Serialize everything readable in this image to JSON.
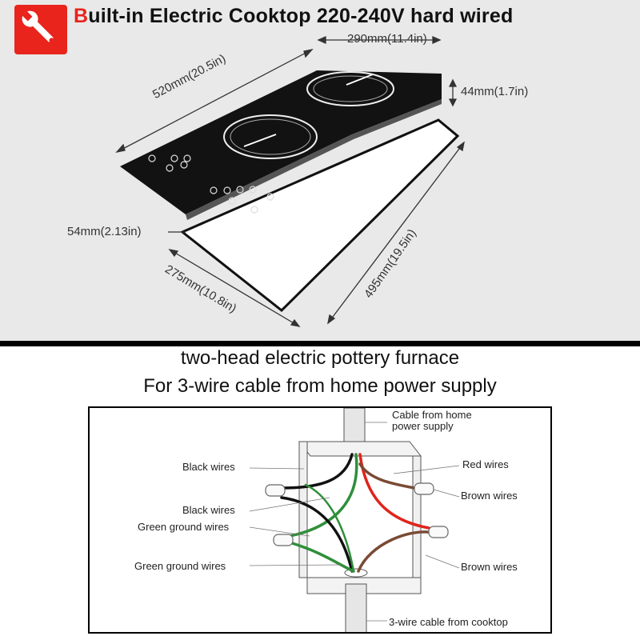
{
  "header": {
    "title_initial": "B",
    "title_rest": "uilt-in Electric Cooktop 220-240V hard wired",
    "logo_icon": "wrench-icon"
  },
  "dimensions": {
    "width_top": "290mm(11.4in)",
    "length": "520mm(20.5in)",
    "height": "44mm(1.7in)",
    "cutout_depth": "54mm(2.13in)",
    "cutout_width": "275mm(10.8in)",
    "cutout_length": "495mm(19.5in)"
  },
  "subtitle": {
    "line1": "two-head electric pottery furnace",
    "line2": "For 3-wire cable from home power supply"
  },
  "wiring": {
    "cable_from_home_line1": "Cable from home",
    "cable_from_home_line2": "power supply",
    "black_wires_1": "Black wires",
    "black_wires_2": "Black wires",
    "green_ground_wires_1": "Green ground wires",
    "green_ground_wires_2": "Green  ground wires",
    "red_wires": "Red  wires",
    "brown_wires_1": "Brown wires",
    "brown_wires_2": "Brown wires",
    "cable_from_cooktop": "3-wire cable from cooktop"
  },
  "colors": {
    "brand_red": "#e8241c",
    "black_wire": "#111111",
    "green_wire": "#2f8f3a",
    "red_wire": "#e0241c",
    "brown_wire": "#7a4a35"
  }
}
